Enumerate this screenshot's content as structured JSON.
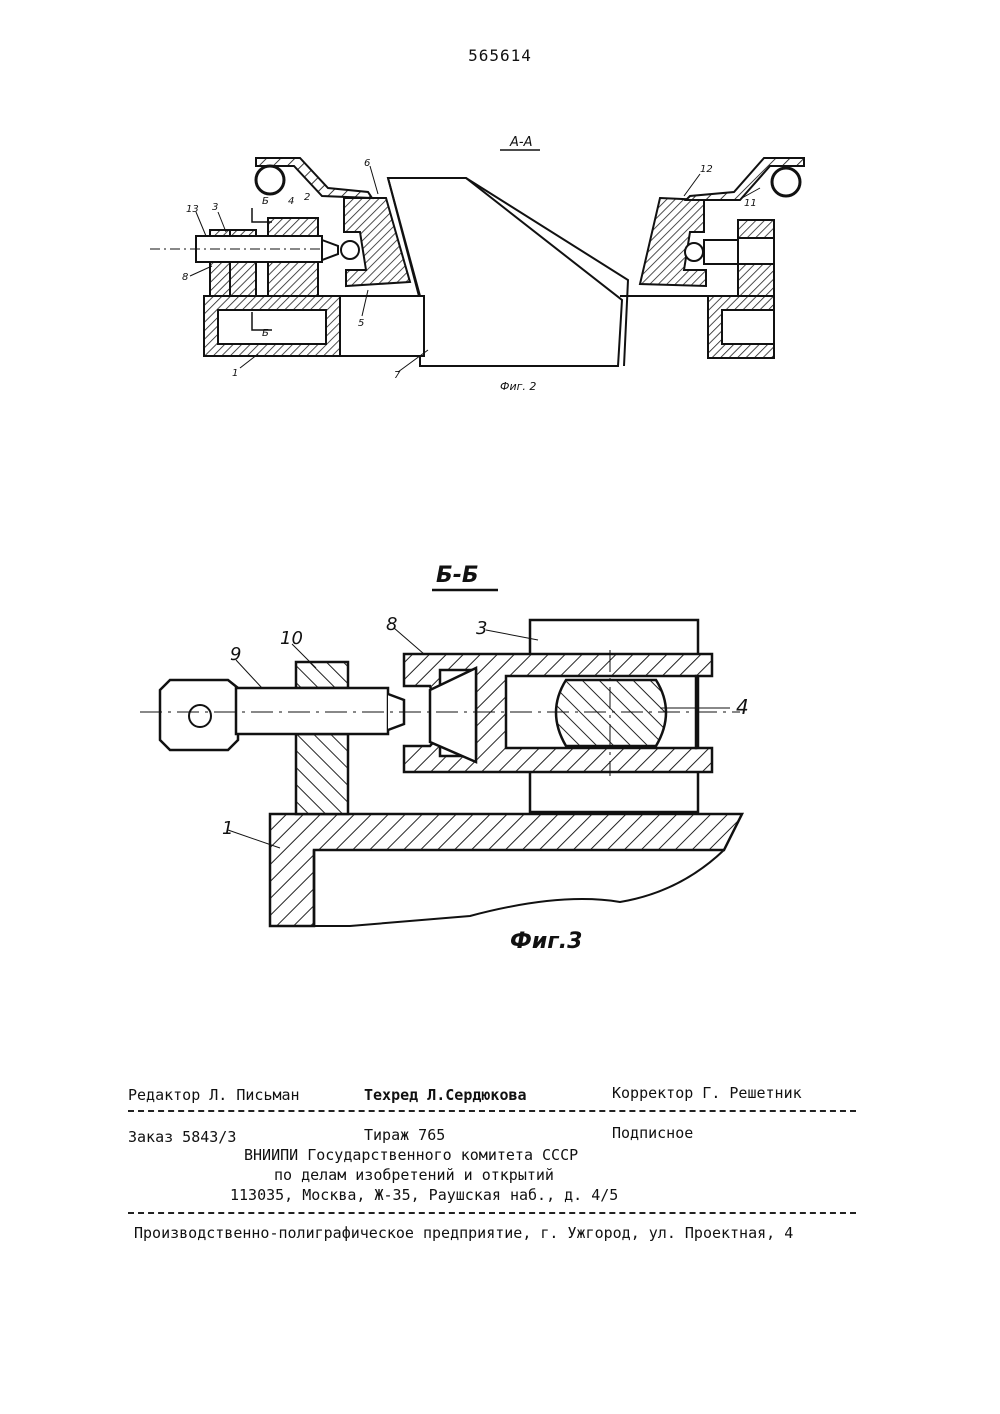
{
  "patent_number": "565614",
  "fig1": {
    "section_label": "А-А",
    "caption": "Фиг. 2",
    "part_labels": [
      "13",
      "3",
      "Б",
      "4",
      "2",
      "6",
      "12",
      "11",
      "8",
      "5",
      "Б",
      "1",
      "7"
    ]
  },
  "fig3": {
    "section_label": "Б-Б",
    "caption": "Фиг.3",
    "part_labels": [
      "10",
      "8",
      "3",
      "9",
      "4",
      "1"
    ]
  },
  "imprint": {
    "editor": "Редактор Л. Письман",
    "techred": "Техред Л.Сердюкова",
    "corrector": "Корректор Г. Решетник",
    "order": "Заказ 5843/3",
    "circulation": "Тираж 765",
    "subscription": "Подписное",
    "org_line1": "ВНИИПИ Государственного комитета СССР",
    "org_line2": "по делам изобретений и открытий",
    "address": "113035, Москва, Ж-35, Раушская наб., д. 4/5",
    "printer": "Производственно-полиграфическое предприятие, г. Ужгород, ул. Проектная, 4"
  }
}
